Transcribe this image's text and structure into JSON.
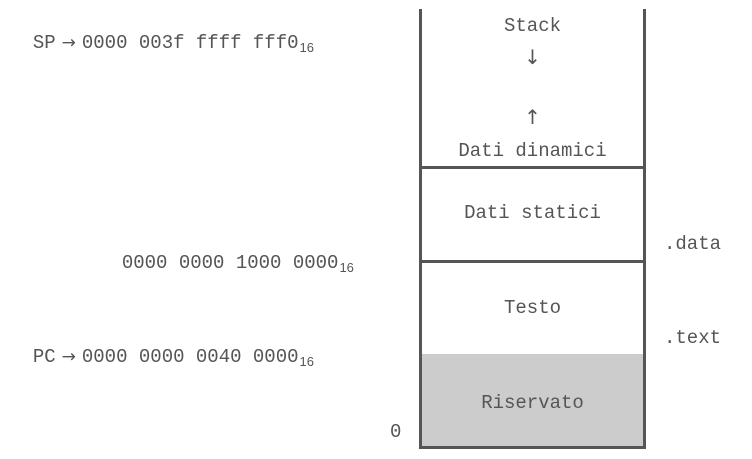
{
  "pointers": {
    "sp": {
      "name": "SP",
      "arrow": "→",
      "address": "0000 003f ffff fff0",
      "base": "16"
    },
    "data": {
      "address": "0000 0000 1000 0000",
      "base": "16"
    },
    "pc": {
      "name": "PC",
      "arrow": "→",
      "address": "0000 0000 0040 0000",
      "base": "16"
    },
    "zero": "0"
  },
  "segments": {
    "stack": {
      "label": "Stack",
      "down_arrow": "↓",
      "up_arrow": "↑",
      "dynamic_label": "Dati dinamici"
    },
    "static": {
      "label": "Dati statici"
    },
    "text": {
      "label": "Testo"
    },
    "reserved": {
      "label": "Riservato",
      "fill": "#cccccc"
    }
  },
  "directives": {
    "data": ".data",
    "text": ".text"
  },
  "colors": {
    "ink": "#555555",
    "reserved_fill": "#cccccc"
  }
}
